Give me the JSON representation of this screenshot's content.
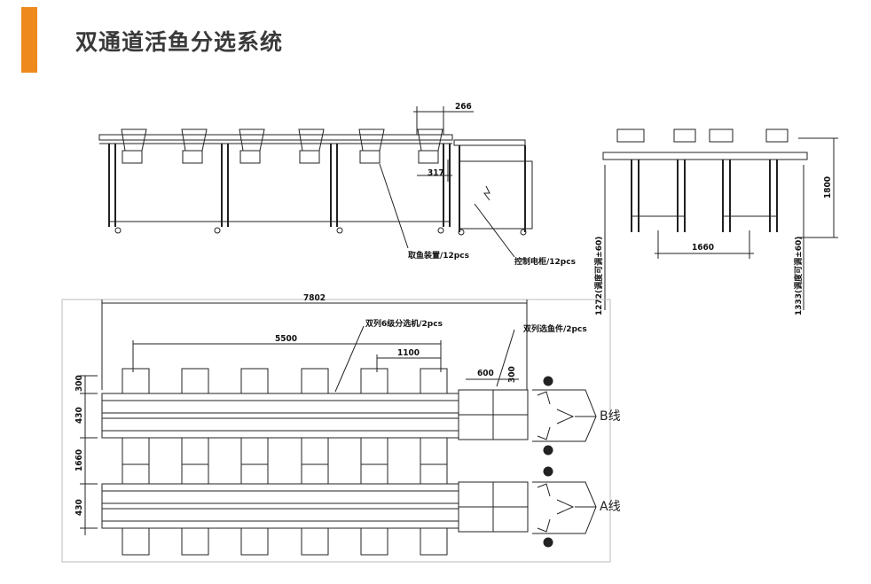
{
  "header": {
    "title": "双通道活鱼分选系统",
    "accent_color": "#ee8a1d"
  },
  "side_view": {
    "dim_top": "266",
    "dim_drop": "317",
    "callout_device": "取鱼装置/12pcs",
    "callout_cabinet": "控制电柜/12pcs"
  },
  "end_view": {
    "dim_width": "1660",
    "dim_height": "1800",
    "dim_left": "1272(调度可调±60)",
    "dim_right": "1333(调度可调±60)"
  },
  "plan_view": {
    "dim_total": "7802",
    "dim_span": "5500",
    "dim_pitch": "1100",
    "dim_feed": "600",
    "dim_feed_h": "300",
    "dim_left_top": "300",
    "dim_lane_b": "430",
    "dim_gap": "1660",
    "dim_lane_a": "430",
    "callout_sorter": "双列6级分选机/2pcs",
    "callout_feeder": "双列选鱼件/2pcs",
    "line_b": "B线",
    "line_a": "A线"
  }
}
